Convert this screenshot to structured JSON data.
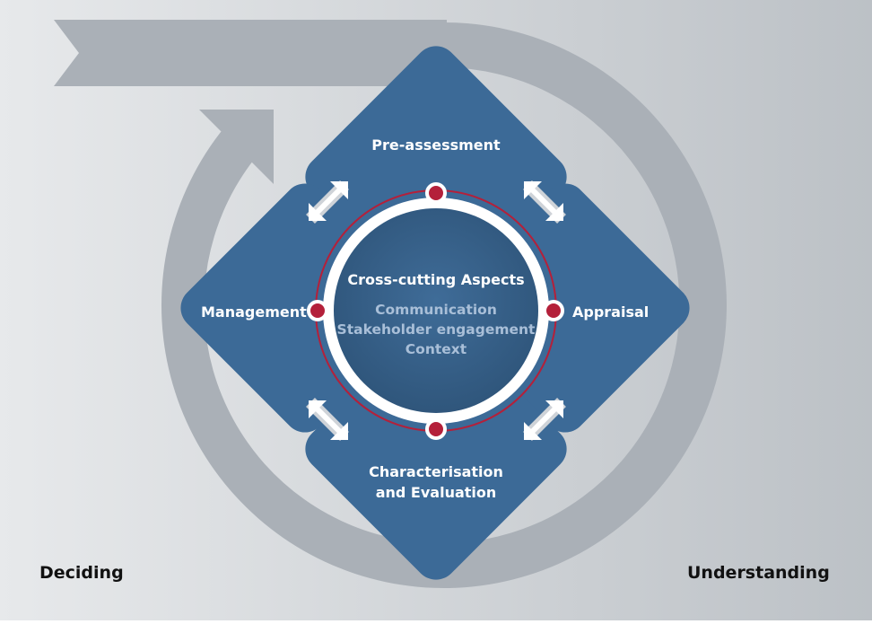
{
  "phases": {
    "top": "Pre-assessment",
    "right": "Appraisal",
    "bottom_line1": "Characterisation",
    "bottom_line2": "and Evaluation",
    "left": "Management"
  },
  "center": {
    "title": "Cross-cutting Aspects",
    "items": [
      "Communication",
      "Stakeholder engagement",
      "Context"
    ]
  },
  "corners": {
    "left": "Deciding",
    "right": "Understanding"
  },
  "colors": {
    "background_left": "#e6e8ea",
    "background_right": "#bcc1c6",
    "cycle_arrow": "#aab0b7",
    "diamond": "#3c6a97",
    "center_circle": "#355f87",
    "ring": "#ffffff",
    "node": "#b4203a",
    "sub_text": "#a9bfd8"
  }
}
